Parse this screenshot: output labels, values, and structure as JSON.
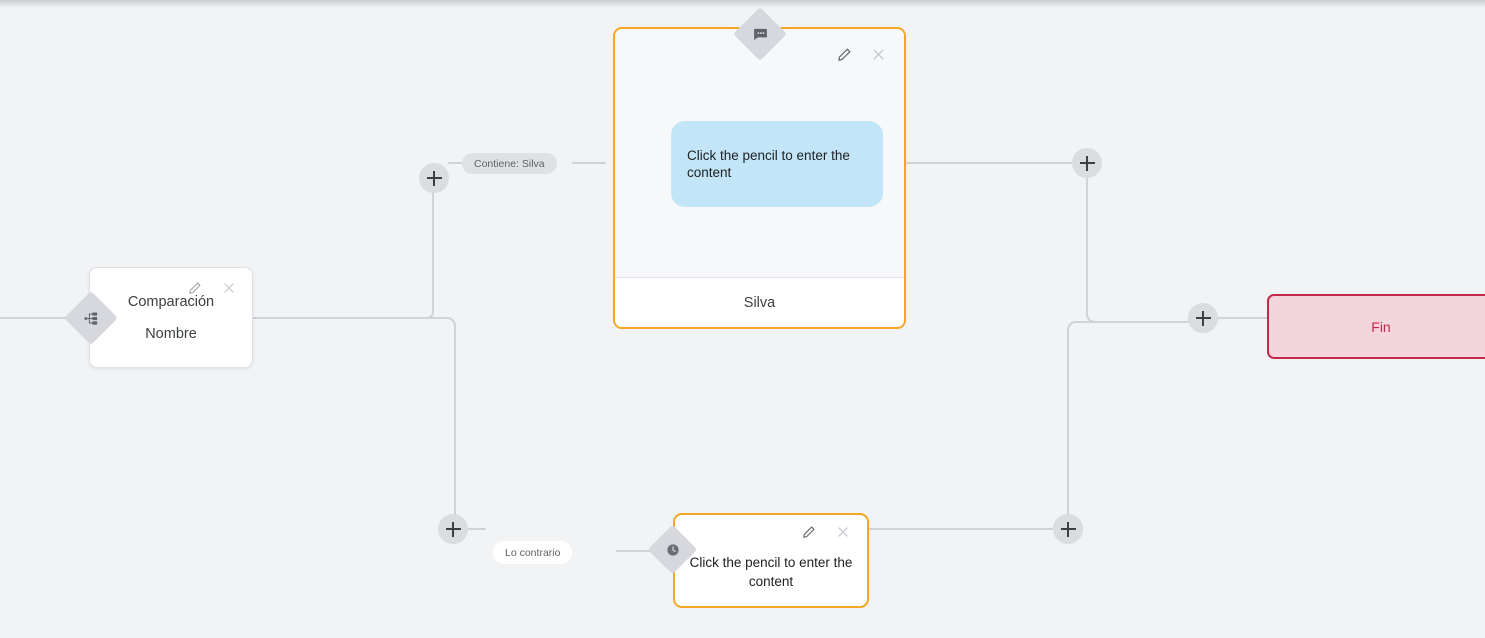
{
  "canvas": {
    "background_color": "#f1f3f5",
    "accent_selected_color": "#f5a623",
    "end_node_color": "#c2294b",
    "bubble_color": "#c2e6f7",
    "wire_color": "#d0d2d7"
  },
  "nodes": {
    "comparison": {
      "title": "Comparación",
      "subtitle": "Nombre",
      "badge_icon": "branch-hierarchy-icon",
      "edit_icon": "pencil-icon",
      "close_icon": "close-icon"
    },
    "message": {
      "bubble_text": "Click the pencil to enter the content",
      "footer_label": "Silva",
      "badge_icon": "chat-bubble-icon",
      "edit_icon": "pencil-icon",
      "close_icon": "close-icon"
    },
    "fallback": {
      "text": "Click the pencil to enter the content",
      "badge_icon": "clock-icon",
      "edit_icon": "pencil-icon",
      "close_icon": "close-icon"
    },
    "end": {
      "label": "Fin"
    }
  },
  "edge_labels": {
    "condition_true": "Contiene: Silva",
    "condition_false": "Lo contrario"
  },
  "add_handles": [
    {
      "name": "add-step-true-branch"
    },
    {
      "name": "add-step-false-branch"
    },
    {
      "name": "add-step-after-message"
    },
    {
      "name": "add-step-after-fallback"
    },
    {
      "name": "add-step-before-end"
    }
  ]
}
